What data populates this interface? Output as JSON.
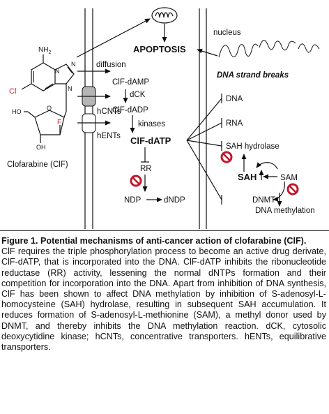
{
  "diagram": {
    "drug": {
      "nh2": "NH",
      "nh2_sub": "2",
      "cl": "Cl",
      "f": "F",
      "ho": "HO",
      "oh": "OH",
      "n": "N",
      "o": "O",
      "name": "Clofarabine (ClF)"
    },
    "membrane": {
      "diffusion": "diffusion",
      "hcnts": "hCNTs",
      "hents": "hENTs"
    },
    "pathway": {
      "cif_damp": "ClF-dAMP",
      "dck": "dCK",
      "cif_dadp": "ClF-dADP",
      "kinases": "kinases",
      "cif_datp": "ClF-dATP",
      "rr": "RR",
      "ndp": "NDP",
      "dndp": "dNDP"
    },
    "apoptosis": "APOPTOSIS",
    "nucleus": {
      "label": "nucleus",
      "dna_breaks": "DNA strand breaks",
      "dna": "DNA",
      "rna": "RNA",
      "sah_hydrolase": "SAH hydrolase",
      "sah": "SAH",
      "sam": "SAM",
      "dnmt": "DNMT",
      "dna_methylation": "DNA methylation"
    },
    "colors": {
      "halogen": "#d42020",
      "inhibit_sign": "#c0182a",
      "membrane_channel": "#b5b5b5"
    }
  },
  "caption": {
    "title": "Figure 1. Potential mechanisms of anti-cancer action of clofarabine (ClF).",
    "body": "ClF requires the triple phosphorylation process to become an active drug derivate, ClF-dATP, that is incorporated into the DNA. ClF-dATP inhibits the ribonucleotide reductase (RR) activity, lessening the normal dNTPs formation and their competition for incorporation into the DNA. Apart from inhibition of DNA synthesis, ClF has been shown to affect DNA methylation by inhibition of S-adenosyl-L-homocysteine (SAH) hydrolase, resulting in subsequent SAH accumulation. It reduces formation of S-adenosyl-L-methionine (SAM), a methyl donor used by DNMT, and thereby inhibits the DNA methylation reaction. dCK, cytosolic deoxycytidine kinase; hCNTs, concentrative transporters. hENTs, equilibrative transporters."
  }
}
